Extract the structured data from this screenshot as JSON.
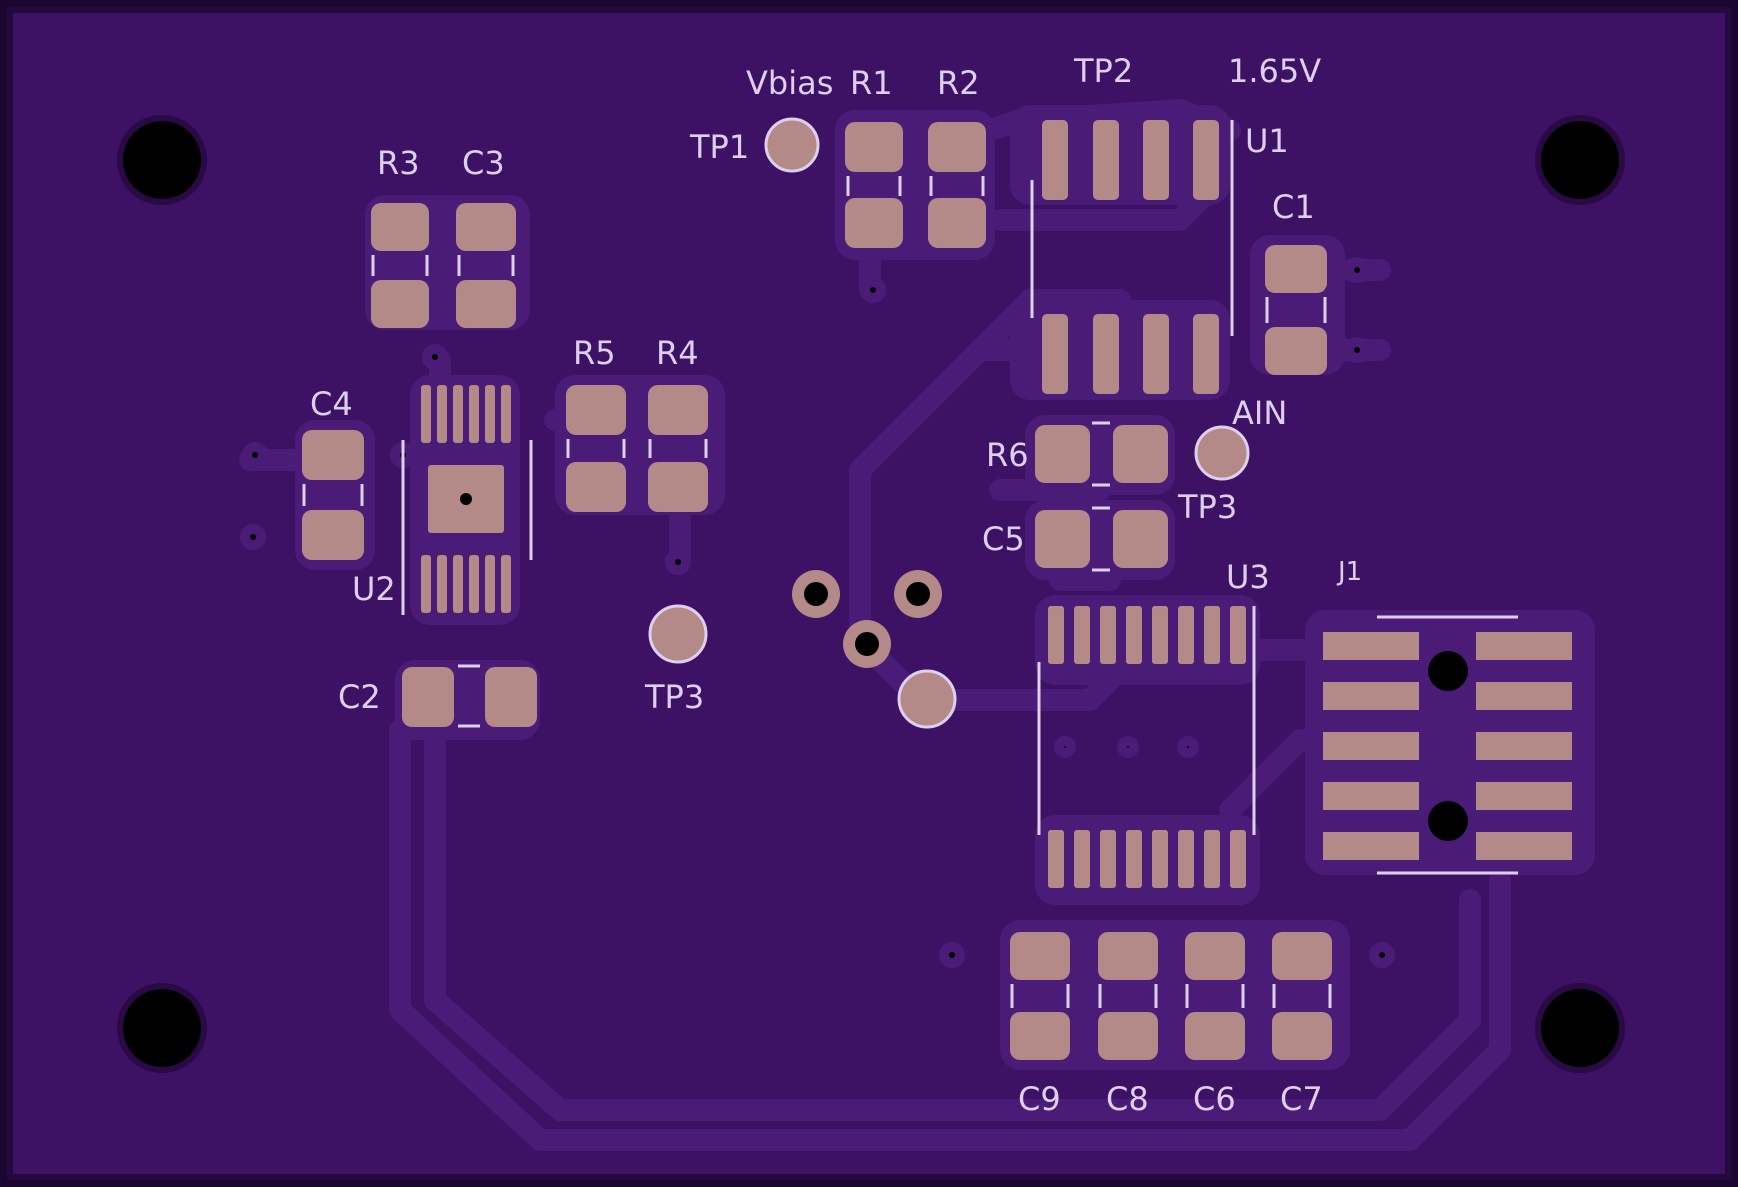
{
  "colors": {
    "background": "#3d1163",
    "copper": "#4a1c78",
    "pad": "#b48a88",
    "silkscreen": "#ddd0ee",
    "hole": "#000000",
    "edge": "#1a0630"
  },
  "labels": {
    "vbias": "Vbias",
    "r1": "R1",
    "r2": "R2",
    "tp2": "TP2",
    "v165": "1.65V",
    "tp1": "TP1",
    "u1": "U1",
    "r3": "R3",
    "c3": "C3",
    "c1": "C1",
    "r5": "R5",
    "r4": "R4",
    "c4": "C4",
    "ain": "AIN",
    "r6": "R6",
    "tp3_ain": "TP3",
    "c5": "C5",
    "u2": "U2",
    "u3": "U3",
    "j1": "J1",
    "tp3_left": "TP3",
    "c2": "C2",
    "c9": "C9",
    "c8": "C8",
    "c6": "C6",
    "c7": "C7"
  }
}
